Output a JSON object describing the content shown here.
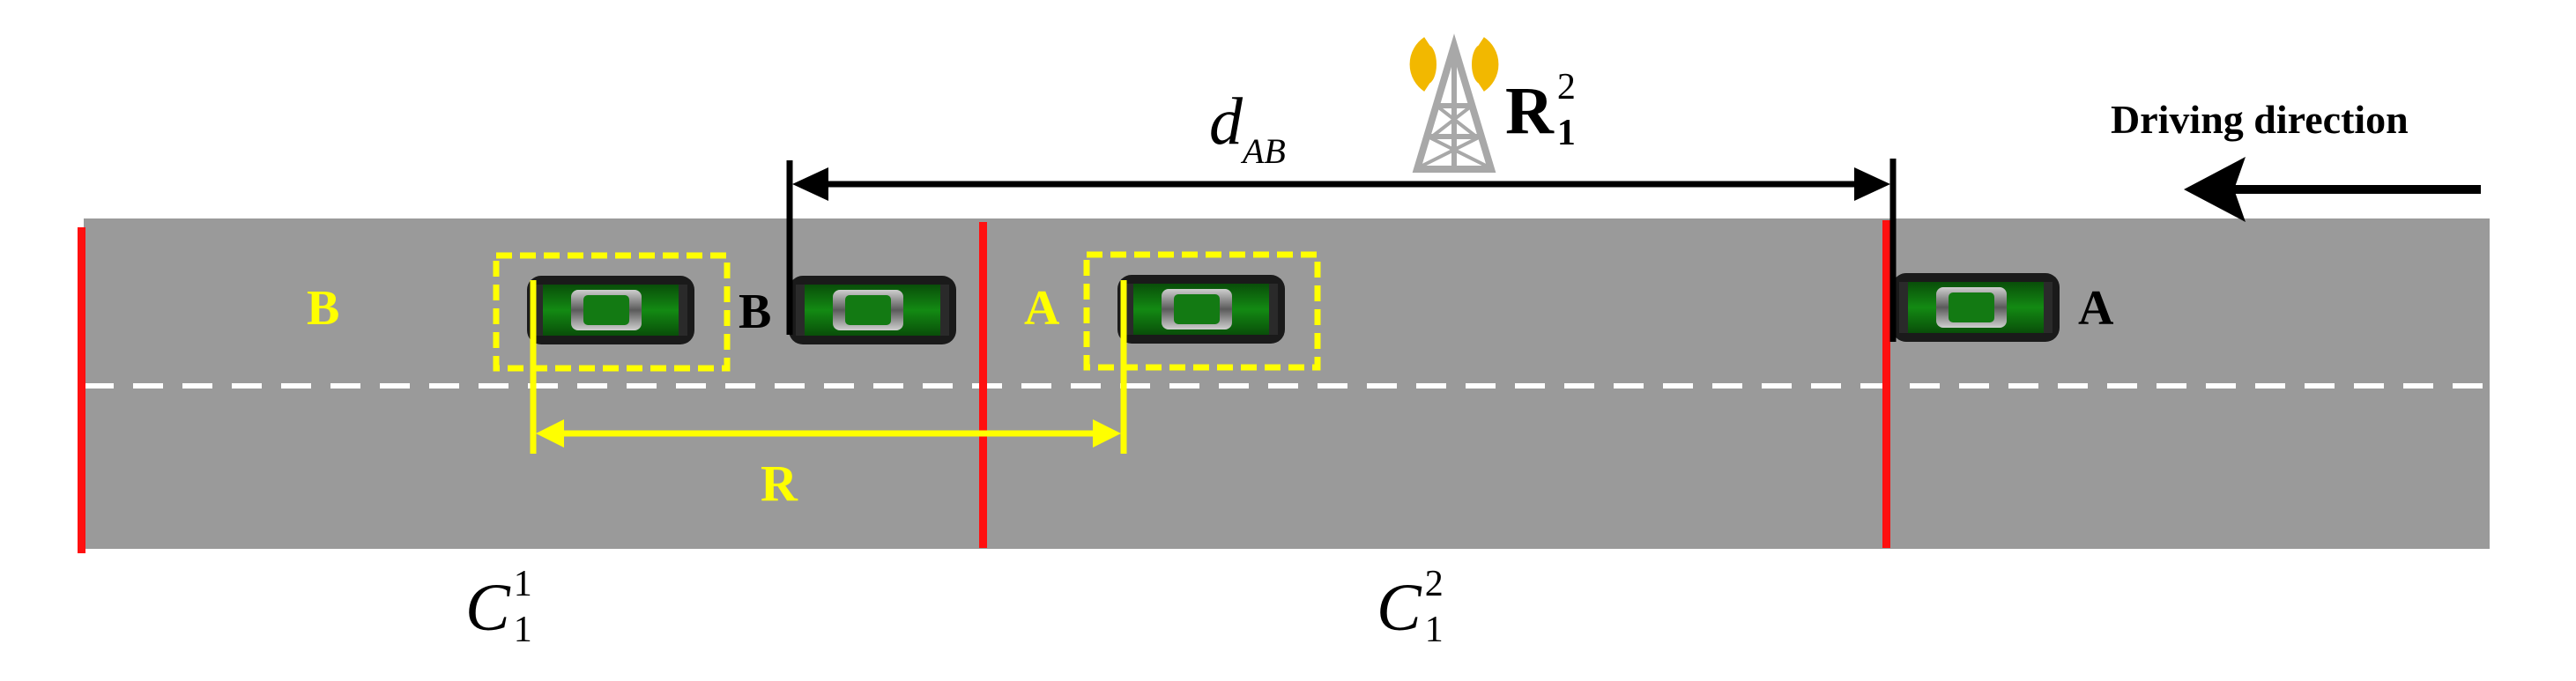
{
  "labels": {
    "driving_direction": "Driving direction",
    "vehicle_a": "A",
    "vehicle_b": "B",
    "zone_a": "A",
    "zone_b": "B",
    "range": "R",
    "distance_main": "d",
    "distance_sub": "AB",
    "rsu_main": "R",
    "rsu_sub": "1",
    "rsu_sup": "2",
    "cluster1_main": "C",
    "cluster1_sub": "1",
    "cluster1_sup": "1",
    "cluster2_main": "C",
    "cluster2_sub": "1",
    "cluster2_sup": "2"
  },
  "colors": {
    "road": "#9a9a9a",
    "cluster_boundary": "#ff1010",
    "lane_marking": "#ffffff",
    "range_highlight": "#ffff00",
    "car_body": "#0b6b0b",
    "tower": "#a8a8a8",
    "tower_signal": "#f2b800"
  },
  "icons": {
    "rsu": "radio-tower-icon",
    "vehicle": "car-icon",
    "direction": "arrow-left-icon"
  }
}
